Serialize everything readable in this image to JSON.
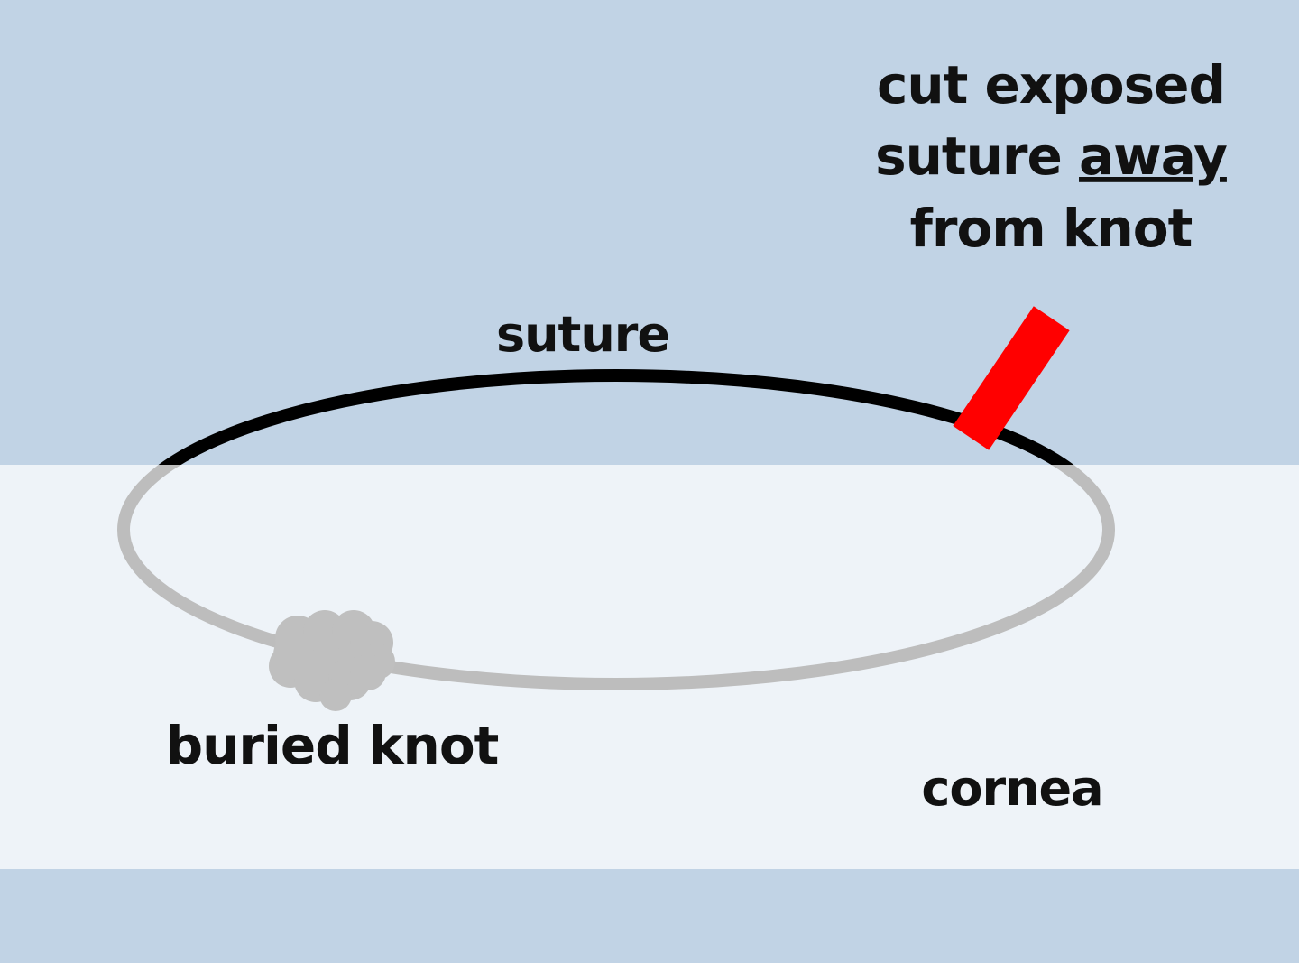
{
  "labels": {
    "instruction_line1": "cut exposed",
    "instruction_line2_pre": "suture ",
    "instruction_line2_emph": "away",
    "instruction_line3": "from knot",
    "suture": "suture",
    "buried_knot": "buried knot",
    "cornea": "cornea"
  },
  "colors": {
    "background": "#c1d3e5",
    "cornea_band": "#eef3f8",
    "exposed_suture": "#000000",
    "buried_suture": "#bdbdbd",
    "knot": "#bfbfbf",
    "cut_marker": "#ff0000",
    "text": "#111111"
  }
}
